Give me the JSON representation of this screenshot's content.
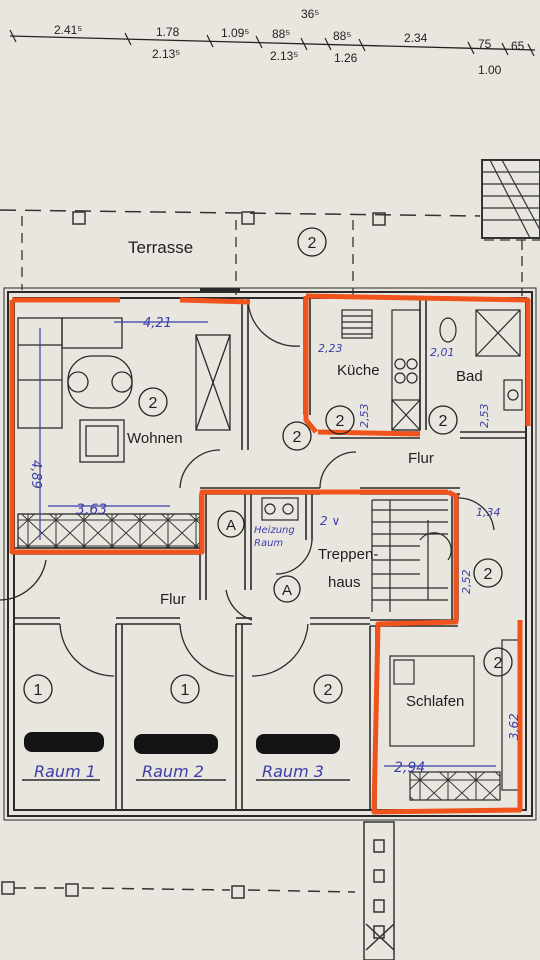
{
  "top_dimensions": {
    "upper": [
      "2.41⁵",
      "1.78",
      "1.09⁵",
      "88⁵",
      "36⁵",
      "88⁵",
      "2.34",
      "75",
      "65"
    ],
    "lower": [
      "2.13⁵",
      "2.13⁵",
      "1.26",
      "1.00"
    ]
  },
  "rooms": {
    "terrasse": "Terrasse",
    "wohnen": "Wohnen",
    "kueche": "Küche",
    "bad": "Bad",
    "flur_upper": "Flur",
    "flur_lower": "Flur",
    "treppenhaus_1": "Treppen-",
    "treppenhaus_2": "haus",
    "schlafen": "Schlafen"
  },
  "markers": {
    "terrasse": "2",
    "wohnen": "2",
    "center": "2",
    "kueche": "2",
    "bad": "2",
    "heizung": "A",
    "treppe": "A",
    "right_hall": "2",
    "schlafen": "2",
    "raum1": "1",
    "raum2": "1",
    "raum3": "2"
  },
  "handwritten": {
    "wohnen_width": "4,21",
    "wohnen_height": "4,89",
    "wohnen_bottom": "3,63",
    "kueche_width": "2,23",
    "kueche_height": "2,53",
    "bad_width": "2,01",
    "bad_height": "2,53",
    "heizung_1": "Heizung",
    "heizung_2": "Raum",
    "stair_mark": "2 ∨",
    "stair_depth": "2,52",
    "right_hall_width": "1,34",
    "schlafen_height": "3,62",
    "schlafen_width": "2,94",
    "raum1": "Raum 1",
    "raum2": "Raum 2",
    "raum3": "Raum 3"
  },
  "colors": {
    "highlight": "#f0541c",
    "wall": "#2a2a2a",
    "ink": "#3b3fa8",
    "paper": "#e9e6df",
    "redaction": "#141414"
  }
}
